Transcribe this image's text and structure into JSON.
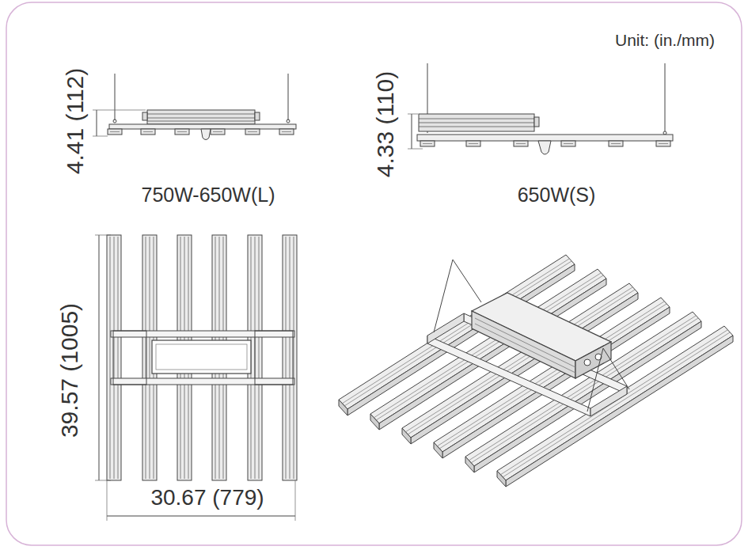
{
  "diagram": {
    "labels": [
      "Unit: (in./mm)",
      "4.41 (112)",
      "750W-650W(L)",
      "4.33 (110)",
      "650W(S)",
      "39.57 (1005)",
      "30.67 (779)"
    ]
  }
}
